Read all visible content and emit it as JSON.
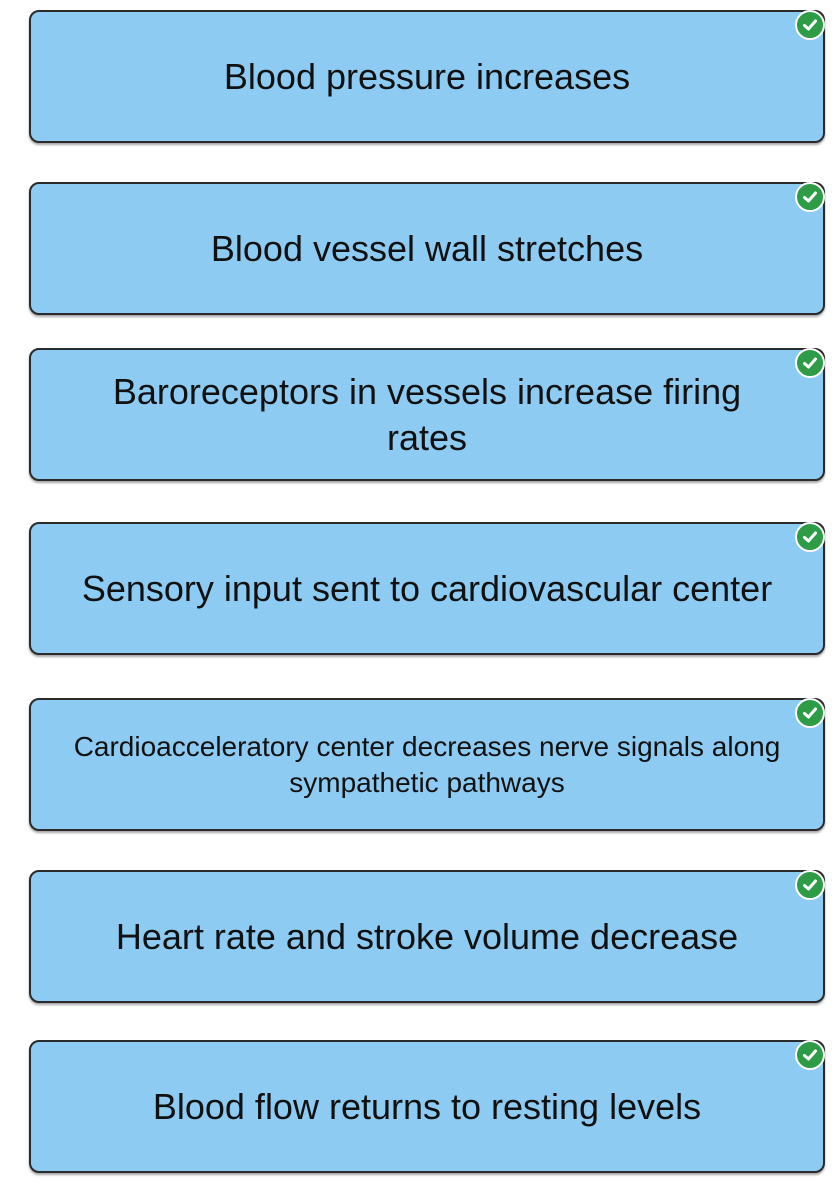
{
  "steps": [
    {
      "label": "Blood pressure increases",
      "status": "correct"
    },
    {
      "label": "Blood vessel wall stretches",
      "status": "correct"
    },
    {
      "label": "Baroreceptors in vessels increase firing rates",
      "status": "correct"
    },
    {
      "label": "Sensory input sent to cardiovascular center",
      "status": "correct"
    },
    {
      "label": "Cardioacceleratory center decreases nerve signals along sympathetic pathways",
      "status": "correct"
    },
    {
      "label": "Heart rate and stroke volume decrease",
      "status": "correct"
    },
    {
      "label": "Blood flow returns to resting levels",
      "status": "correct"
    }
  ],
  "colors": {
    "card_fill": "#8ecbf3",
    "card_border": "#2b2b2b",
    "correct_badge": "#2e9c46"
  },
  "icons": {
    "status": "check-circle-icon"
  }
}
